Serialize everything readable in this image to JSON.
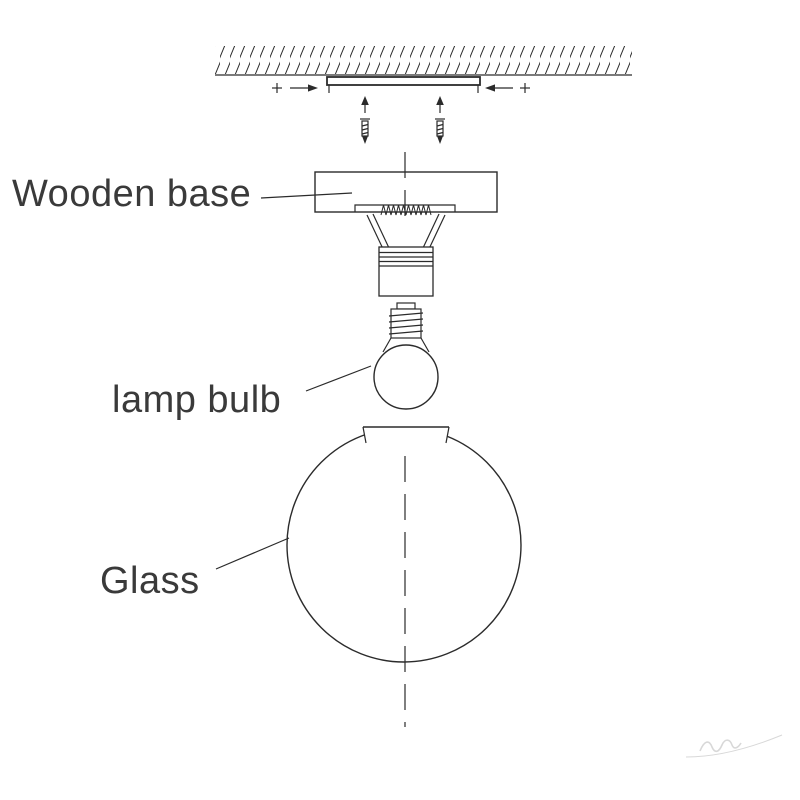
{
  "page": {
    "background_color": "#ffffff"
  },
  "diagram": {
    "type": "exploded-assembly-drawing",
    "ink_color": "#2b2b2b",
    "label_text_color": "#3a3a3a",
    "watermark_color": "#d8d8d8",
    "labels": {
      "wooden_base": "Wooden base",
      "lamp_bulb": "lamp bulb",
      "glass": "Glass"
    }
  }
}
